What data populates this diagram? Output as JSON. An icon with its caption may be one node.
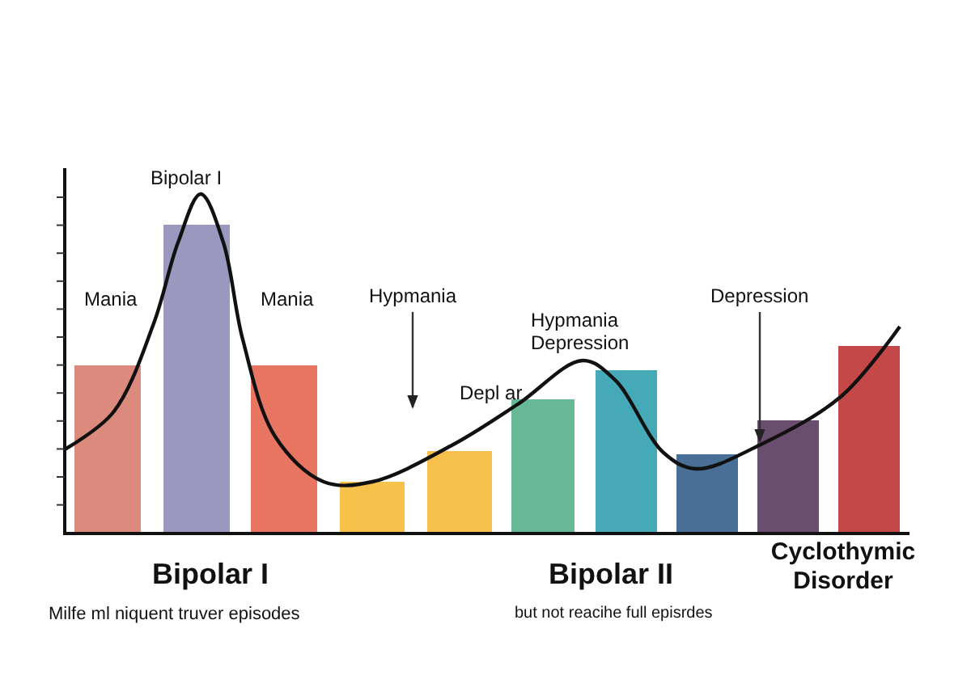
{
  "diagram": {
    "nodes": [
      {
        "text": [
          "Hypmania"
        ]
      },
      {
        "text": [
          "Depression"
        ]
      }
    ],
    "edges": [
      {
        "from": 0,
        "to": null,
        "arrow": "to"
      },
      {
        "from": 1,
        "to": null,
        "arrow": "to"
      }
    ],
    "labels": [
      "Bipolar I",
      "Mania",
      "Mania",
      "Depl ar",
      "Hypmania Depression",
      "Bipolar I",
      "Milfe ml niquent truver episodes",
      "Bipolar II",
      "but not reacihe full episrdes",
      "Cyclothymic Disorder"
    ]
  }
}
